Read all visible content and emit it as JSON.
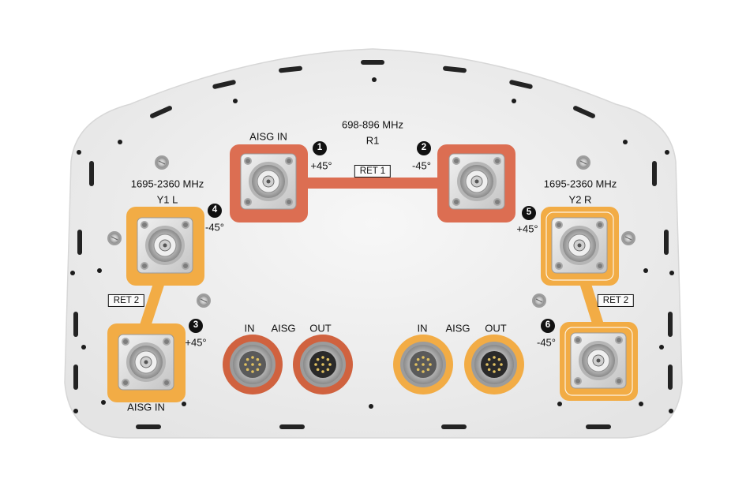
{
  "colors": {
    "band_r1": "#dc6e52",
    "band_y": "#f2ac45",
    "plate": "#ebebeb",
    "connector": "#d8d8d8"
  },
  "r1": {
    "band": "698-896 MHz",
    "name": "R1",
    "aisg_in": "AISG  IN",
    "ret": "RET 1",
    "port1": {
      "num": "1",
      "pol": "+45°"
    },
    "port2": {
      "num": "2",
      "pol": "-45°"
    }
  },
  "y1": {
    "band": "1695-2360 MHz",
    "name": "Y1   L",
    "ret": "RET 2",
    "aisg_in": "AISG  IN",
    "port3": {
      "num": "3",
      "pol": "+45°"
    },
    "port4": {
      "num": "4",
      "pol": "-45°"
    }
  },
  "y2": {
    "band": "1695-2360 MHz",
    "name": "Y2   R",
    "ret": "RET 2",
    "port5": {
      "num": "5",
      "pol": "+45°"
    },
    "port6": {
      "num": "6",
      "pol": "-45°"
    }
  },
  "aisg_left": {
    "in": "IN",
    "aisg": "AISG",
    "out": "OUT"
  },
  "aisg_right": {
    "in": "IN",
    "aisg": "AISG",
    "out": "OUT"
  }
}
